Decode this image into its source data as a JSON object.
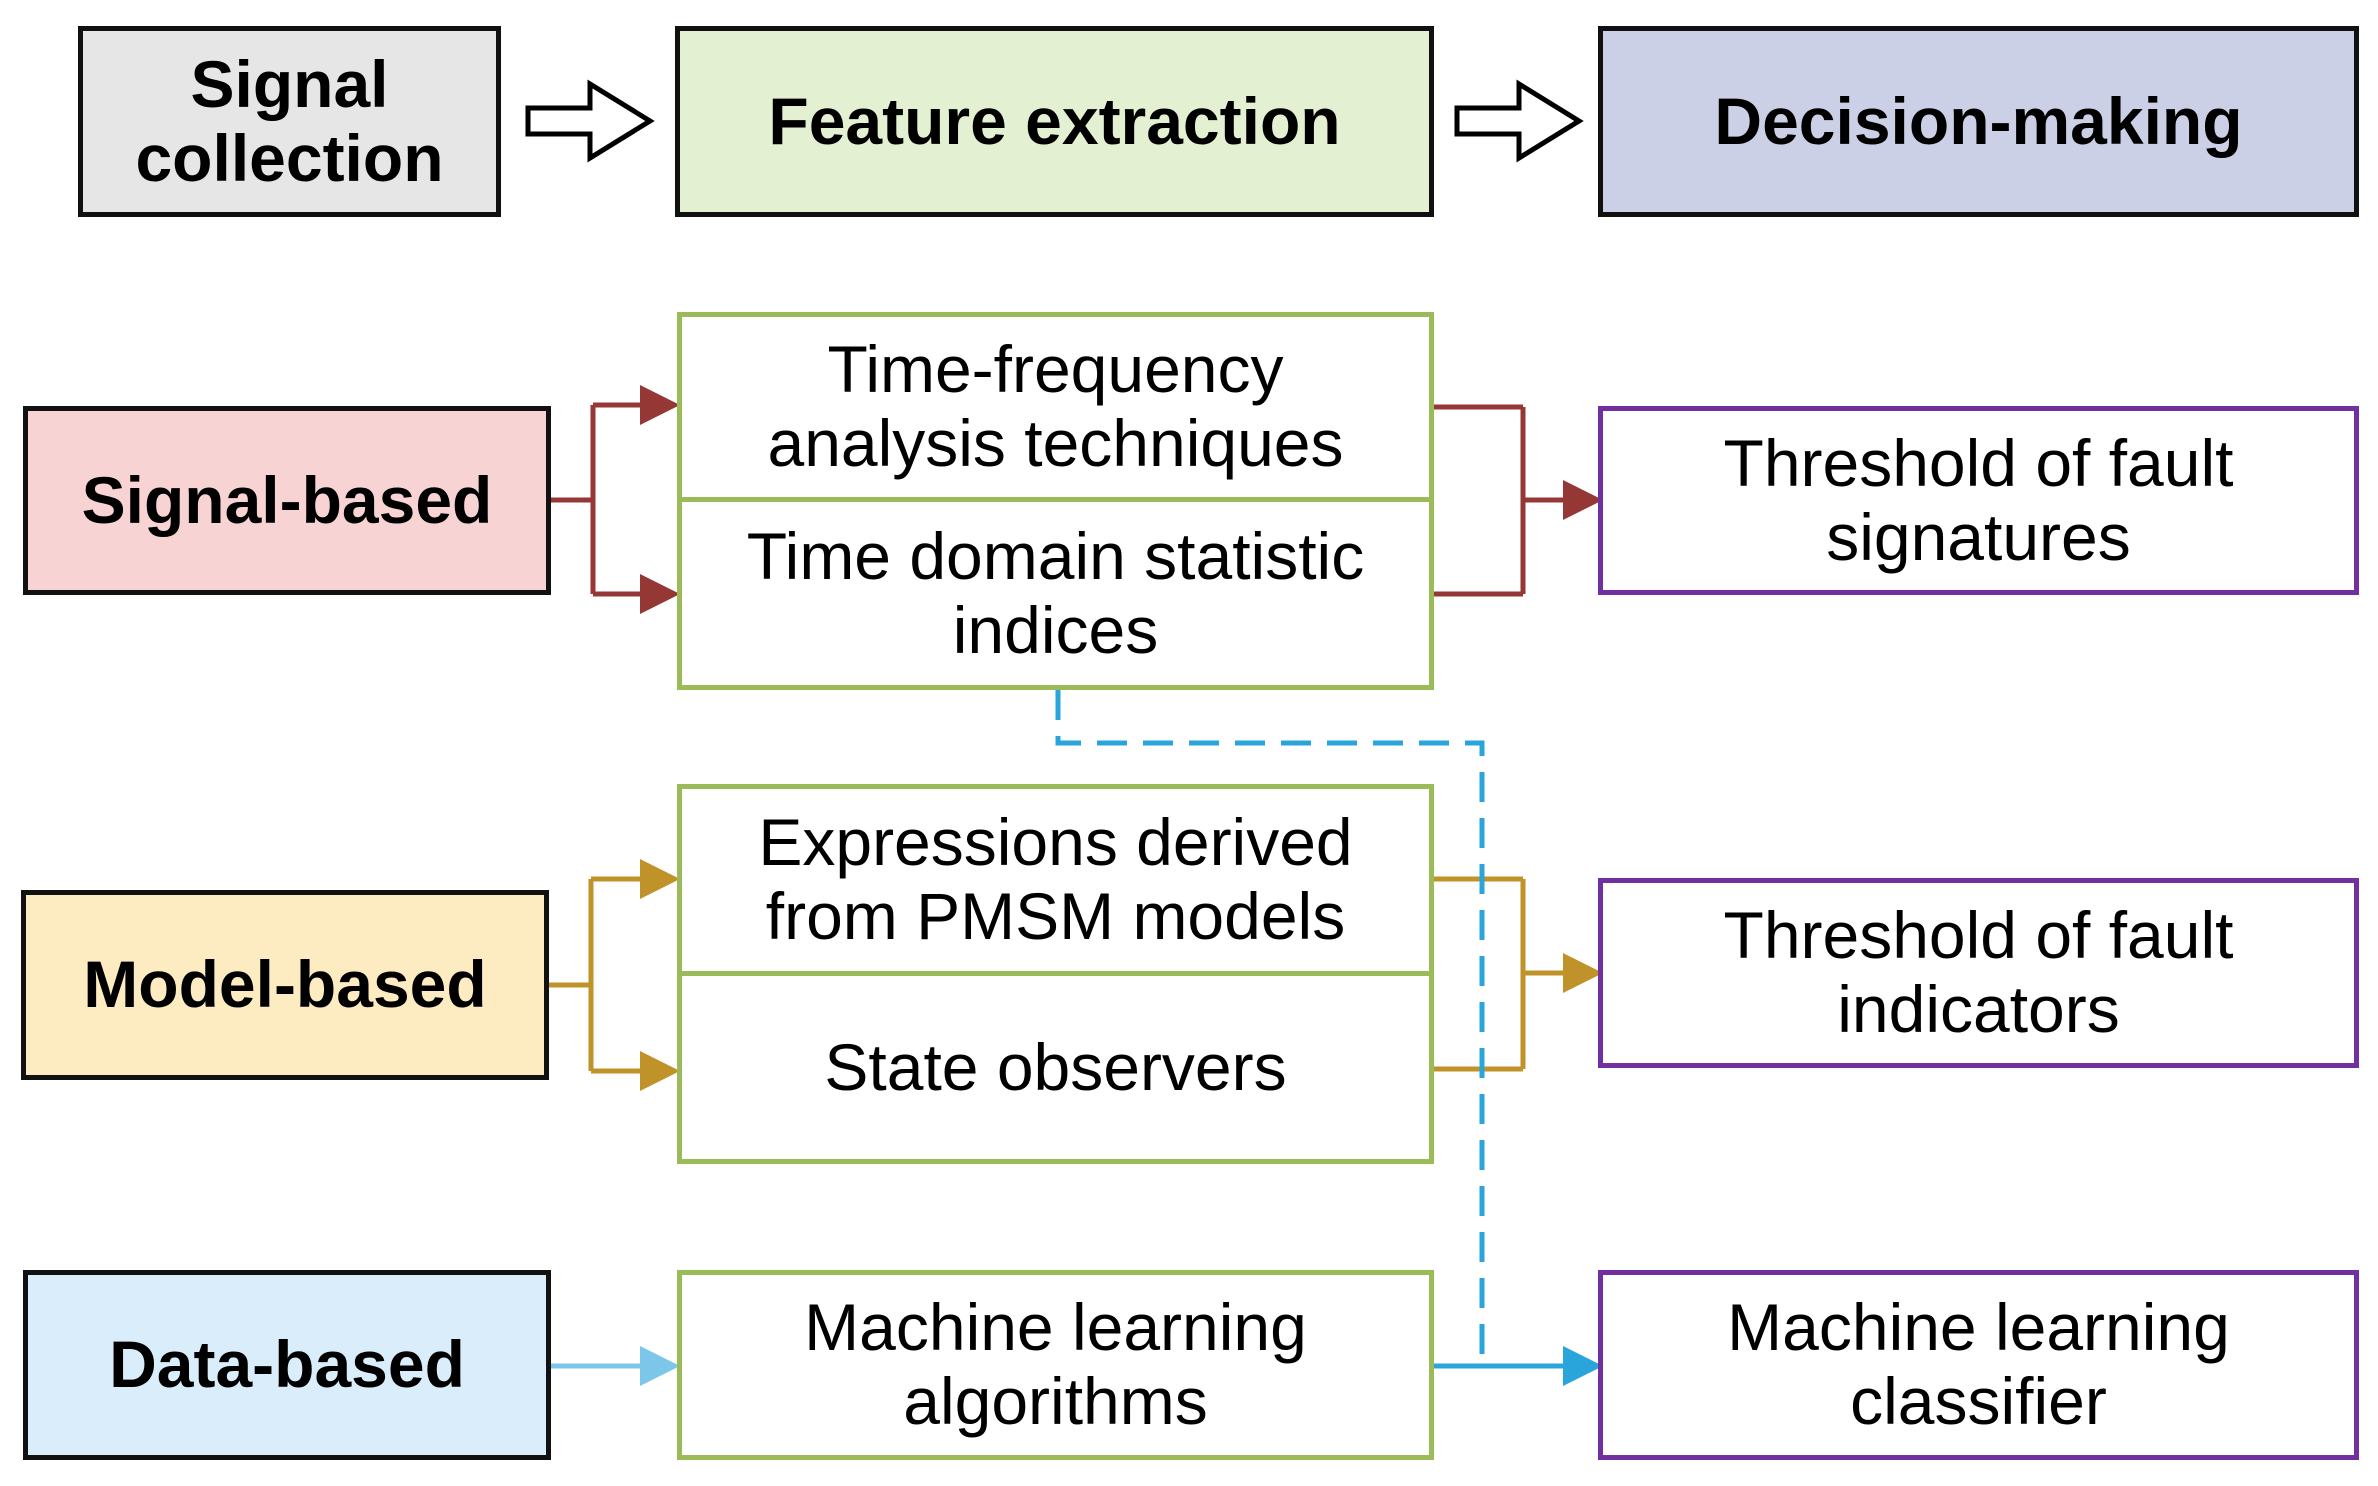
{
  "header": {
    "signal_collection": [
      "Signal",
      "collection"
    ],
    "feature_extraction": "Feature extraction",
    "decision_making": "Decision-making",
    "colors": {
      "signal_collection": "#e6e6e6",
      "feature_extraction": "#e3f0d2",
      "decision_making": "#ccd0e6"
    }
  },
  "categories": {
    "signal": {
      "label": "Signal-based",
      "fill": "#f8d3d3",
      "line_color": "#953735"
    },
    "model": {
      "label": "Model-based",
      "fill": "#fdebc1",
      "line_color": "#c0922a"
    },
    "data": {
      "label": "Data-based",
      "fill": "#d9eefa",
      "line_color": "#29a5dc"
    }
  },
  "features": {
    "time_frequency": [
      "Time-frequency",
      "analysis techniques"
    ],
    "time_domain": [
      "Time domain statistic",
      "indices"
    ],
    "expressions": [
      "Expressions derived",
      "from PMSM models"
    ],
    "state_observers": "State observers",
    "ml_algorithms": [
      "Machine learning",
      "algorithms"
    ]
  },
  "decisions": {
    "fault_signatures": [
      "Threshold of fault",
      "signatures"
    ],
    "fault_indicators": [
      "Threshold of fault",
      "indicators"
    ],
    "ml_classifier": [
      "Machine learning",
      "classifier"
    ]
  }
}
